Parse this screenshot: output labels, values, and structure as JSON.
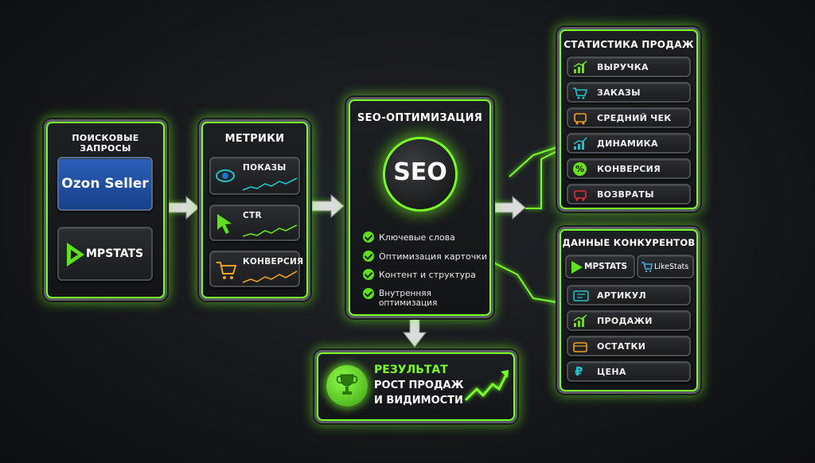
{
  "search_queries": {
    "title": "ПОИСКОВЫЕ ЗАПРОСЫ",
    "ozon_label": "Ozon Seller",
    "mpstats_label": "MPSTATS"
  },
  "metrics": {
    "title": "МЕТРИКИ",
    "items": [
      {
        "label": "ПОКАЗЫ",
        "icon": "eye-icon"
      },
      {
        "label": "CTR",
        "icon": "cursor-icon"
      },
      {
        "label": "КОНВЕРСИЯ",
        "icon": "cart-icon"
      }
    ]
  },
  "seo": {
    "title": "SEO-ОПТИМИЗАЦИЯ",
    "badge": "SEO",
    "checklist": [
      "Ключевые слова",
      "Оптимизация карточки",
      "Контент и структура",
      "Внутренняя оптимизация"
    ]
  },
  "sales_stats": {
    "title": "СТАТИСТИКА ПРОДАЖ",
    "items": [
      {
        "label": "ВЫРУЧКА",
        "icon": "bar-chart-icon",
        "color": "#6be021"
      },
      {
        "label": "ЗАКАЗЫ",
        "icon": "cart-icon",
        "color": "#22c4c9"
      },
      {
        "label": "СРЕДНИЙ ЧЕК",
        "icon": "receipt-icon",
        "color": "#f0a020"
      },
      {
        "label": "ДИНАМИКА",
        "icon": "trend-icon",
        "color": "#22c4c9"
      },
      {
        "label": "КОНВЕРСИЯ",
        "icon": "percent-icon",
        "color": "#6be021"
      },
      {
        "label": "ВОЗВРАТЫ",
        "icon": "return-cart-icon",
        "color": "#e03030"
      }
    ]
  },
  "competitors": {
    "title": "ДАННЫЕ КОНКУРЕНТОВ",
    "mpstats_label": "MPSTATS",
    "likestats_label": "LikeStats",
    "items": [
      {
        "label": "АРТИКУЛ",
        "icon": "sku-icon",
        "color": "#22c4c9"
      },
      {
        "label": "ПРОДАЖИ",
        "icon": "bar-chart-icon",
        "color": "#6be021"
      },
      {
        "label": "ОСТАТКИ",
        "icon": "box-icon",
        "color": "#f0a020"
      },
      {
        "label": "ЦЕНА",
        "icon": "ruble-icon",
        "color": "#22c4c9"
      }
    ]
  },
  "result": {
    "title": "РЕЗУЛЬТАТ",
    "line1": "РОСТ ПРОДАЖ",
    "line2": "И ВИДИМОСТИ"
  },
  "colors": {
    "accent": "#78ff28",
    "ozon_blue": "#1d4fa0",
    "teal": "#22c4c9",
    "orange": "#f0a020",
    "red": "#e03030"
  }
}
